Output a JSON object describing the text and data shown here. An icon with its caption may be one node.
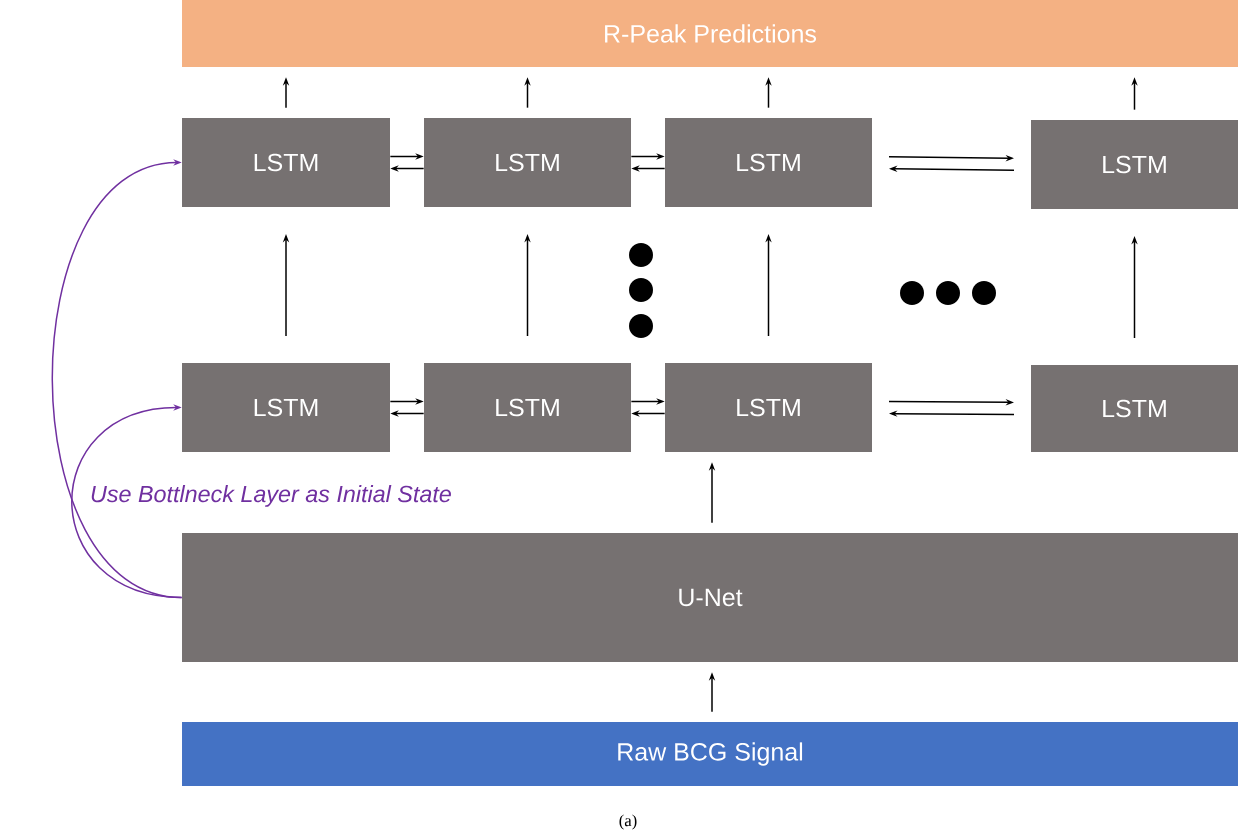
{
  "diagram": {
    "caption": "(a)",
    "nodes": [
      {
        "text": [
          "R-Peak Predictions"
        ]
      },
      {
        "text": [
          "LSTM"
        ]
      },
      {
        "text": [
          "LSTM"
        ]
      },
      {
        "text": [
          "LSTM"
        ]
      },
      {
        "text": [
          "LSTM"
        ]
      },
      {
        "text": [
          "LSTM"
        ]
      },
      {
        "text": [
          "LSTM"
        ]
      },
      {
        "text": [
          "LSTM"
        ]
      },
      {
        "text": [
          "LSTM"
        ]
      },
      {
        "text": [
          "U-Net"
        ]
      },
      {
        "text": [
          "Raw BCG Signal"
        ]
      }
    ],
    "edges": [
      {
        "from": 1,
        "to": 0,
        "arrow": "to"
      },
      {
        "from": 2,
        "to": 0,
        "arrow": "to"
      },
      {
        "from": 3,
        "to": 0,
        "arrow": "to"
      },
      {
        "from": 4,
        "to": 0,
        "arrow": "to"
      },
      {
        "from": 1,
        "to": 2,
        "arrow": "to"
      },
      {
        "from": 2,
        "to": 1,
        "arrow": "to"
      },
      {
        "from": 2,
        "to": 3,
        "arrow": "to"
      },
      {
        "from": 3,
        "to": 2,
        "arrow": "to"
      },
      {
        "from": 3,
        "to": 4,
        "arrow": "to"
      },
      {
        "from": 4,
        "to": 3,
        "arrow": "to"
      },
      {
        "from": 5,
        "to": 1,
        "arrow": "to"
      },
      {
        "from": 6,
        "to": 2,
        "arrow": "to"
      },
      {
        "from": 7,
        "to": 3,
        "arrow": "to"
      },
      {
        "from": 8,
        "to": 4,
        "arrow": "to"
      },
      {
        "from": 5,
        "to": 6,
        "arrow": "to"
      },
      {
        "from": 6,
        "to": 5,
        "arrow": "to"
      },
      {
        "from": 6,
        "to": 7,
        "arrow": "to"
      },
      {
        "from": 7,
        "to": 6,
        "arrow": "to"
      },
      {
        "from": 7,
        "to": 8,
        "arrow": "to"
      },
      {
        "from": 8,
        "to": 7,
        "arrow": "to"
      },
      {
        "from": 9,
        "to": 7,
        "arrow": "to"
      },
      {
        "from": 10,
        "to": 9,
        "arrow": "to"
      },
      {
        "from": 9,
        "to": 1,
        "arrow": "to",
        "color": "#7030a0"
      },
      {
        "from": 9,
        "to": 5,
        "arrow": "to",
        "color": "#7030a0",
        "label": "Use Bottlneck Layer as Initial State"
      }
    ]
  }
}
